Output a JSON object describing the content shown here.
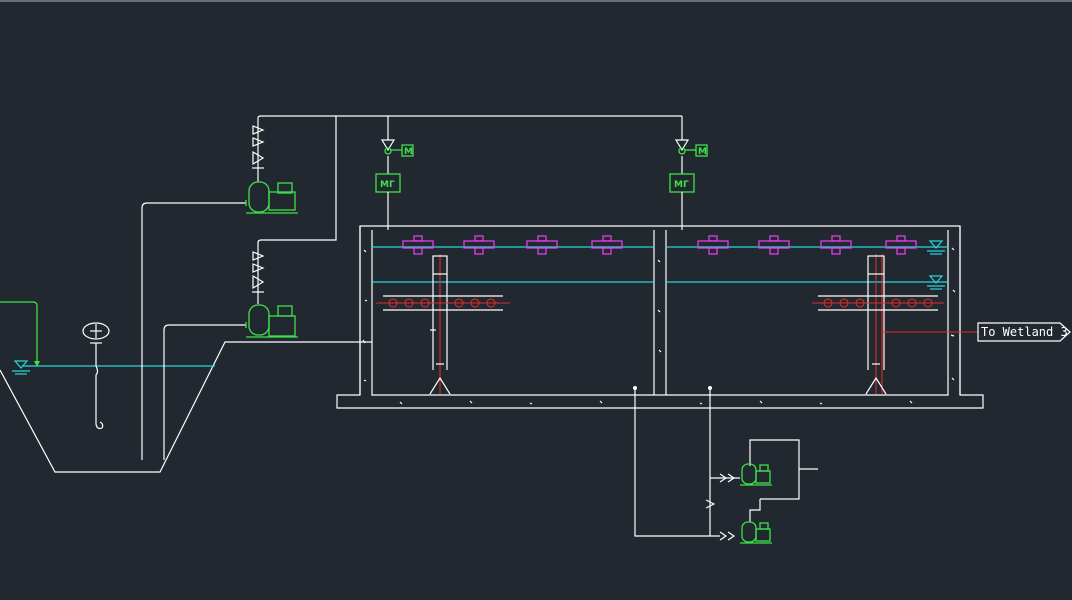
{
  "annotations": {
    "outlet_label": "To Wetland 3",
    "valve_motor_label": "M",
    "flowmeter_label": "MГ"
  },
  "colors": {
    "background": "#212830",
    "pipe": "#ffffff",
    "water_level": "#26d6d9",
    "pump": "#3fe04a",
    "diffuser": "#e23fe8",
    "centerline": "#e02b2b"
  },
  "icons": [
    "pump-icon",
    "check-valve-icon",
    "motorized-valve-icon",
    "flowmeter-icon",
    "water-level-icon",
    "float-switch-icon",
    "diffuser-icon",
    "arrow-pentagon-icon"
  ]
}
